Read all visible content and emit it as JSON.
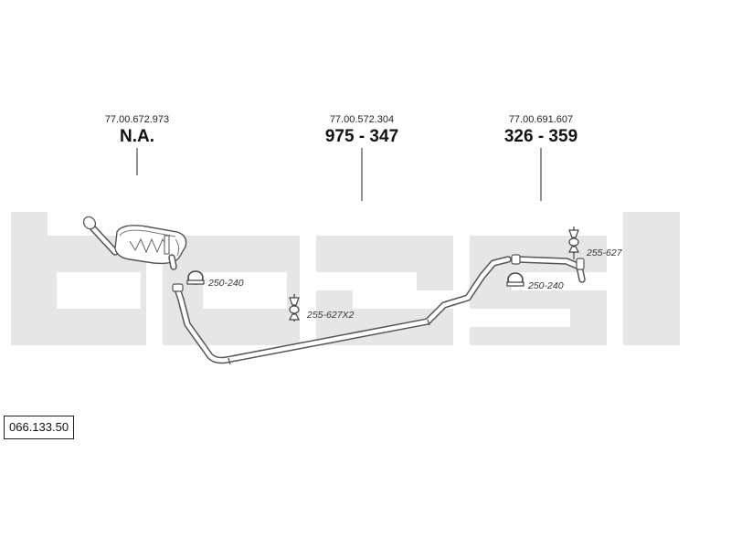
{
  "watermark": {
    "text": "bosal",
    "color": "#e6e6e6"
  },
  "parts": [
    {
      "oem": "77.00.672.973",
      "number": "N.A."
    },
    {
      "oem": "77.00.572.304",
      "number": "975 - 347"
    },
    {
      "oem": "77.00.691.607",
      "number": "326 - 359"
    }
  ],
  "accessories": [
    {
      "label": "250-240",
      "icon": "clamp-icon"
    },
    {
      "label": "255-627X2",
      "icon": "rubber-mount-icon"
    },
    {
      "label": "250-240",
      "icon": "clamp-icon"
    },
    {
      "label": "255-627",
      "icon": "rubber-mount-icon"
    }
  ],
  "reference": "066.133.50"
}
